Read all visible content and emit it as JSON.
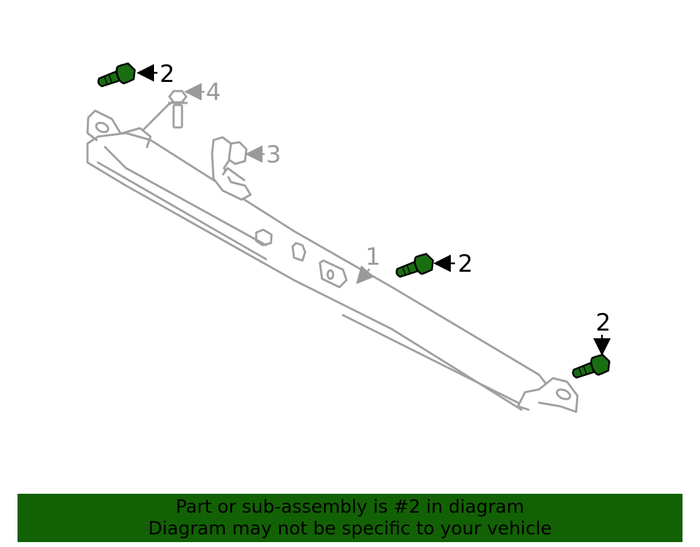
{
  "diagram": {
    "callouts": [
      {
        "id": "1",
        "label": "1",
        "highlighted": false
      },
      {
        "id": "2a",
        "label": "2",
        "highlighted": true
      },
      {
        "id": "2b",
        "label": "2",
        "highlighted": true
      },
      {
        "id": "2c",
        "label": "2",
        "highlighted": true
      },
      {
        "id": "3",
        "label": "3",
        "highlighted": false
      },
      {
        "id": "4",
        "label": "4",
        "highlighted": false
      }
    ],
    "colors": {
      "outline": "#a0a0a0",
      "highlight_fill": "#1a6e12",
      "highlight_stroke": "#000000",
      "callout_dim": "#9a9a9a",
      "callout_active": "#000000"
    }
  },
  "banner": {
    "line1": "Part or sub-assembly is #2 in diagram",
    "line2": "Diagram may not be specific to your vehicle",
    "background": "#136105"
  }
}
